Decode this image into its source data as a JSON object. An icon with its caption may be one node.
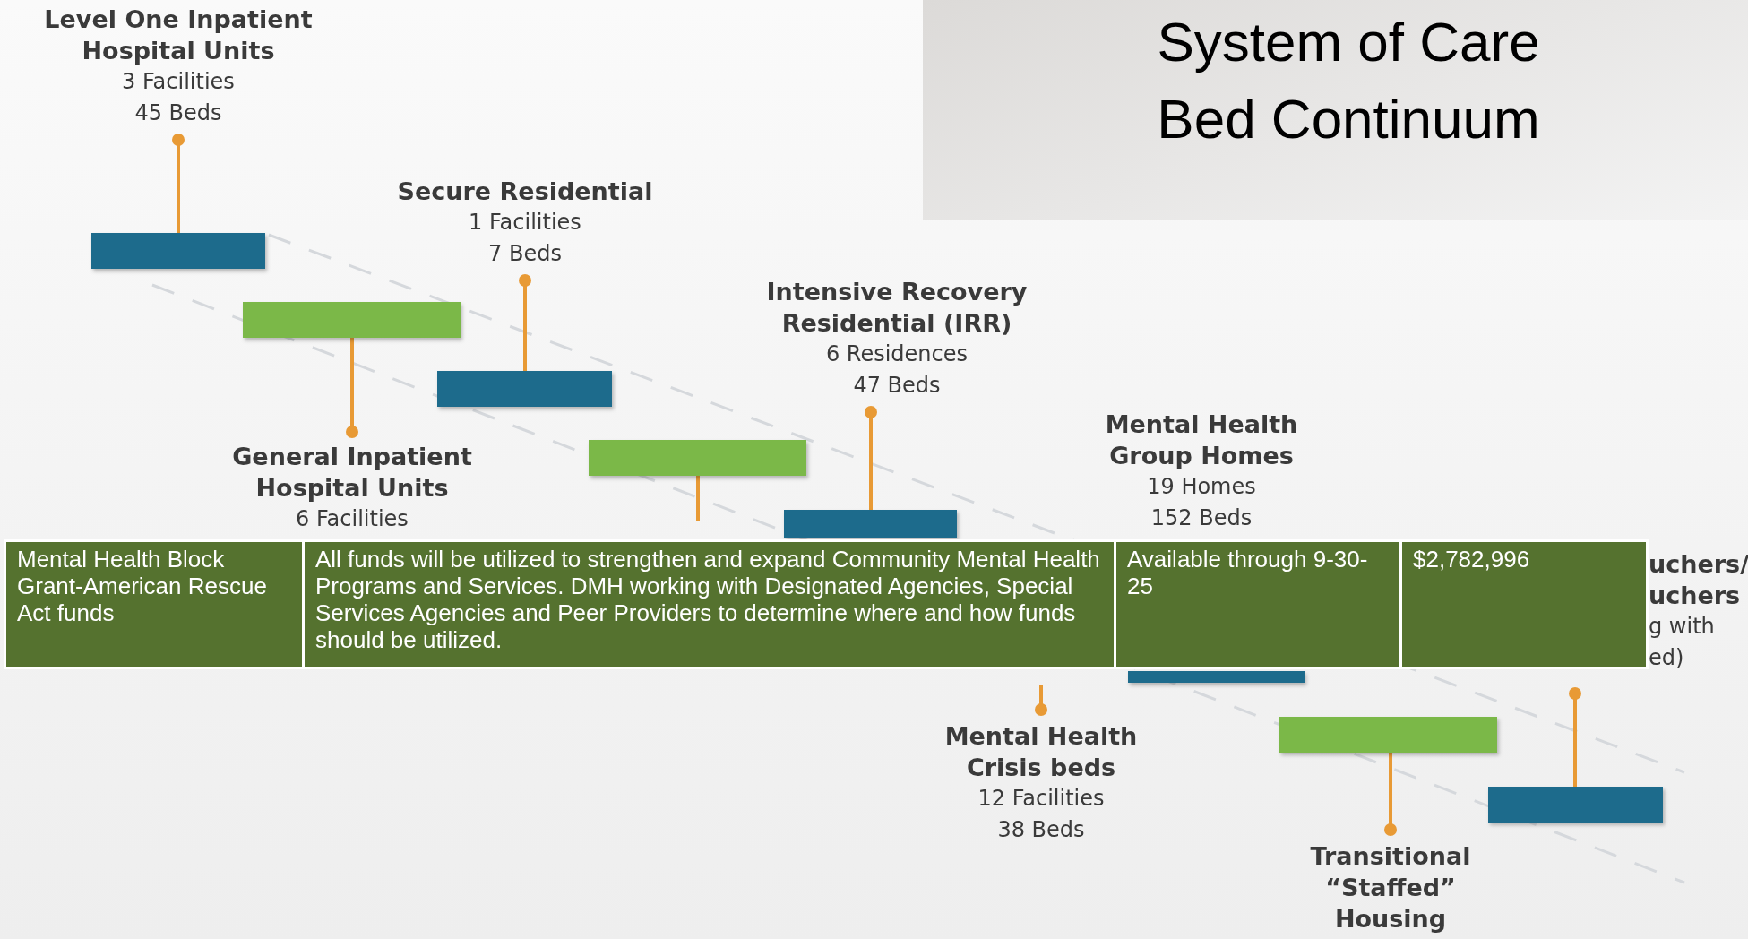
{
  "diagram": {
    "title": "System of Care Bed Continuum",
    "nodes": [
      {
        "text": [
          "Level One Inpatient Hospital Units",
          "3 Facilities",
          "45 Beds"
        ]
      },
      {
        "text": [],
        "shape": "bar"
      },
      {
        "text": [],
        "shape": "bar"
      },
      {
        "text": [
          "General Inpatient Hospital Units",
          "6 Facilities"
        ]
      },
      {
        "text": [
          "Secure Residential",
          "1 Facilities",
          "7 Beds"
        ]
      },
      {
        "text": [],
        "shape": "bar"
      },
      {
        "text": [],
        "shape": "bar"
      },
      {
        "text": [
          "Intensive Recovery Residential (IRR)",
          "6 Residences",
          "47 Beds"
        ]
      },
      {
        "text": [],
        "shape": "bar"
      },
      {
        "text": [
          "Mental Health Group Homes",
          "19 Homes",
          "152 Beds"
        ]
      },
      {
        "text": [
          "Mental Health Crisis beds",
          "12 Facilities",
          "38 Beds"
        ]
      },
      {
        "text": [],
        "shape": "bar"
      },
      {
        "text": [],
        "shape": "bar"
      },
      {
        "text": [
          "Transitional “Staffed” Housing"
        ]
      },
      {
        "text": [],
        "shape": "bar"
      },
      {
        "text": [
          "uchers/ uchers",
          "g with ed)"
        ]
      }
    ],
    "edges": [
      {
        "from": 0,
        "to": 1,
        "arrow": "other"
      },
      {
        "from": 3,
        "to": 2,
        "arrow": "other"
      },
      {
        "from": 4,
        "to": 5,
        "arrow": "other"
      },
      {
        "from": 6,
        "to": null,
        "arrow": "none"
      },
      {
        "from": 7,
        "to": 8,
        "arrow": "other"
      },
      {
        "from": 10,
        "to": null,
        "arrow": "other"
      },
      {
        "from": 13,
        "to": 12,
        "arrow": "other"
      },
      {
        "from": 15,
        "to": 14,
        "arrow": "other"
      }
    ],
    "labels": [
      "Mental Health Block Grant-American Rescue Act funds",
      "All funds will be utilized to strengthen and expand Community Mental Health Programs and Services. DMH working with Designated Agencies, Special Services Agencies and Peer Providers to determine where and how funds should be utilized.",
      "Available through 9-30-25",
      "$2,782,996"
    ]
  }
}
